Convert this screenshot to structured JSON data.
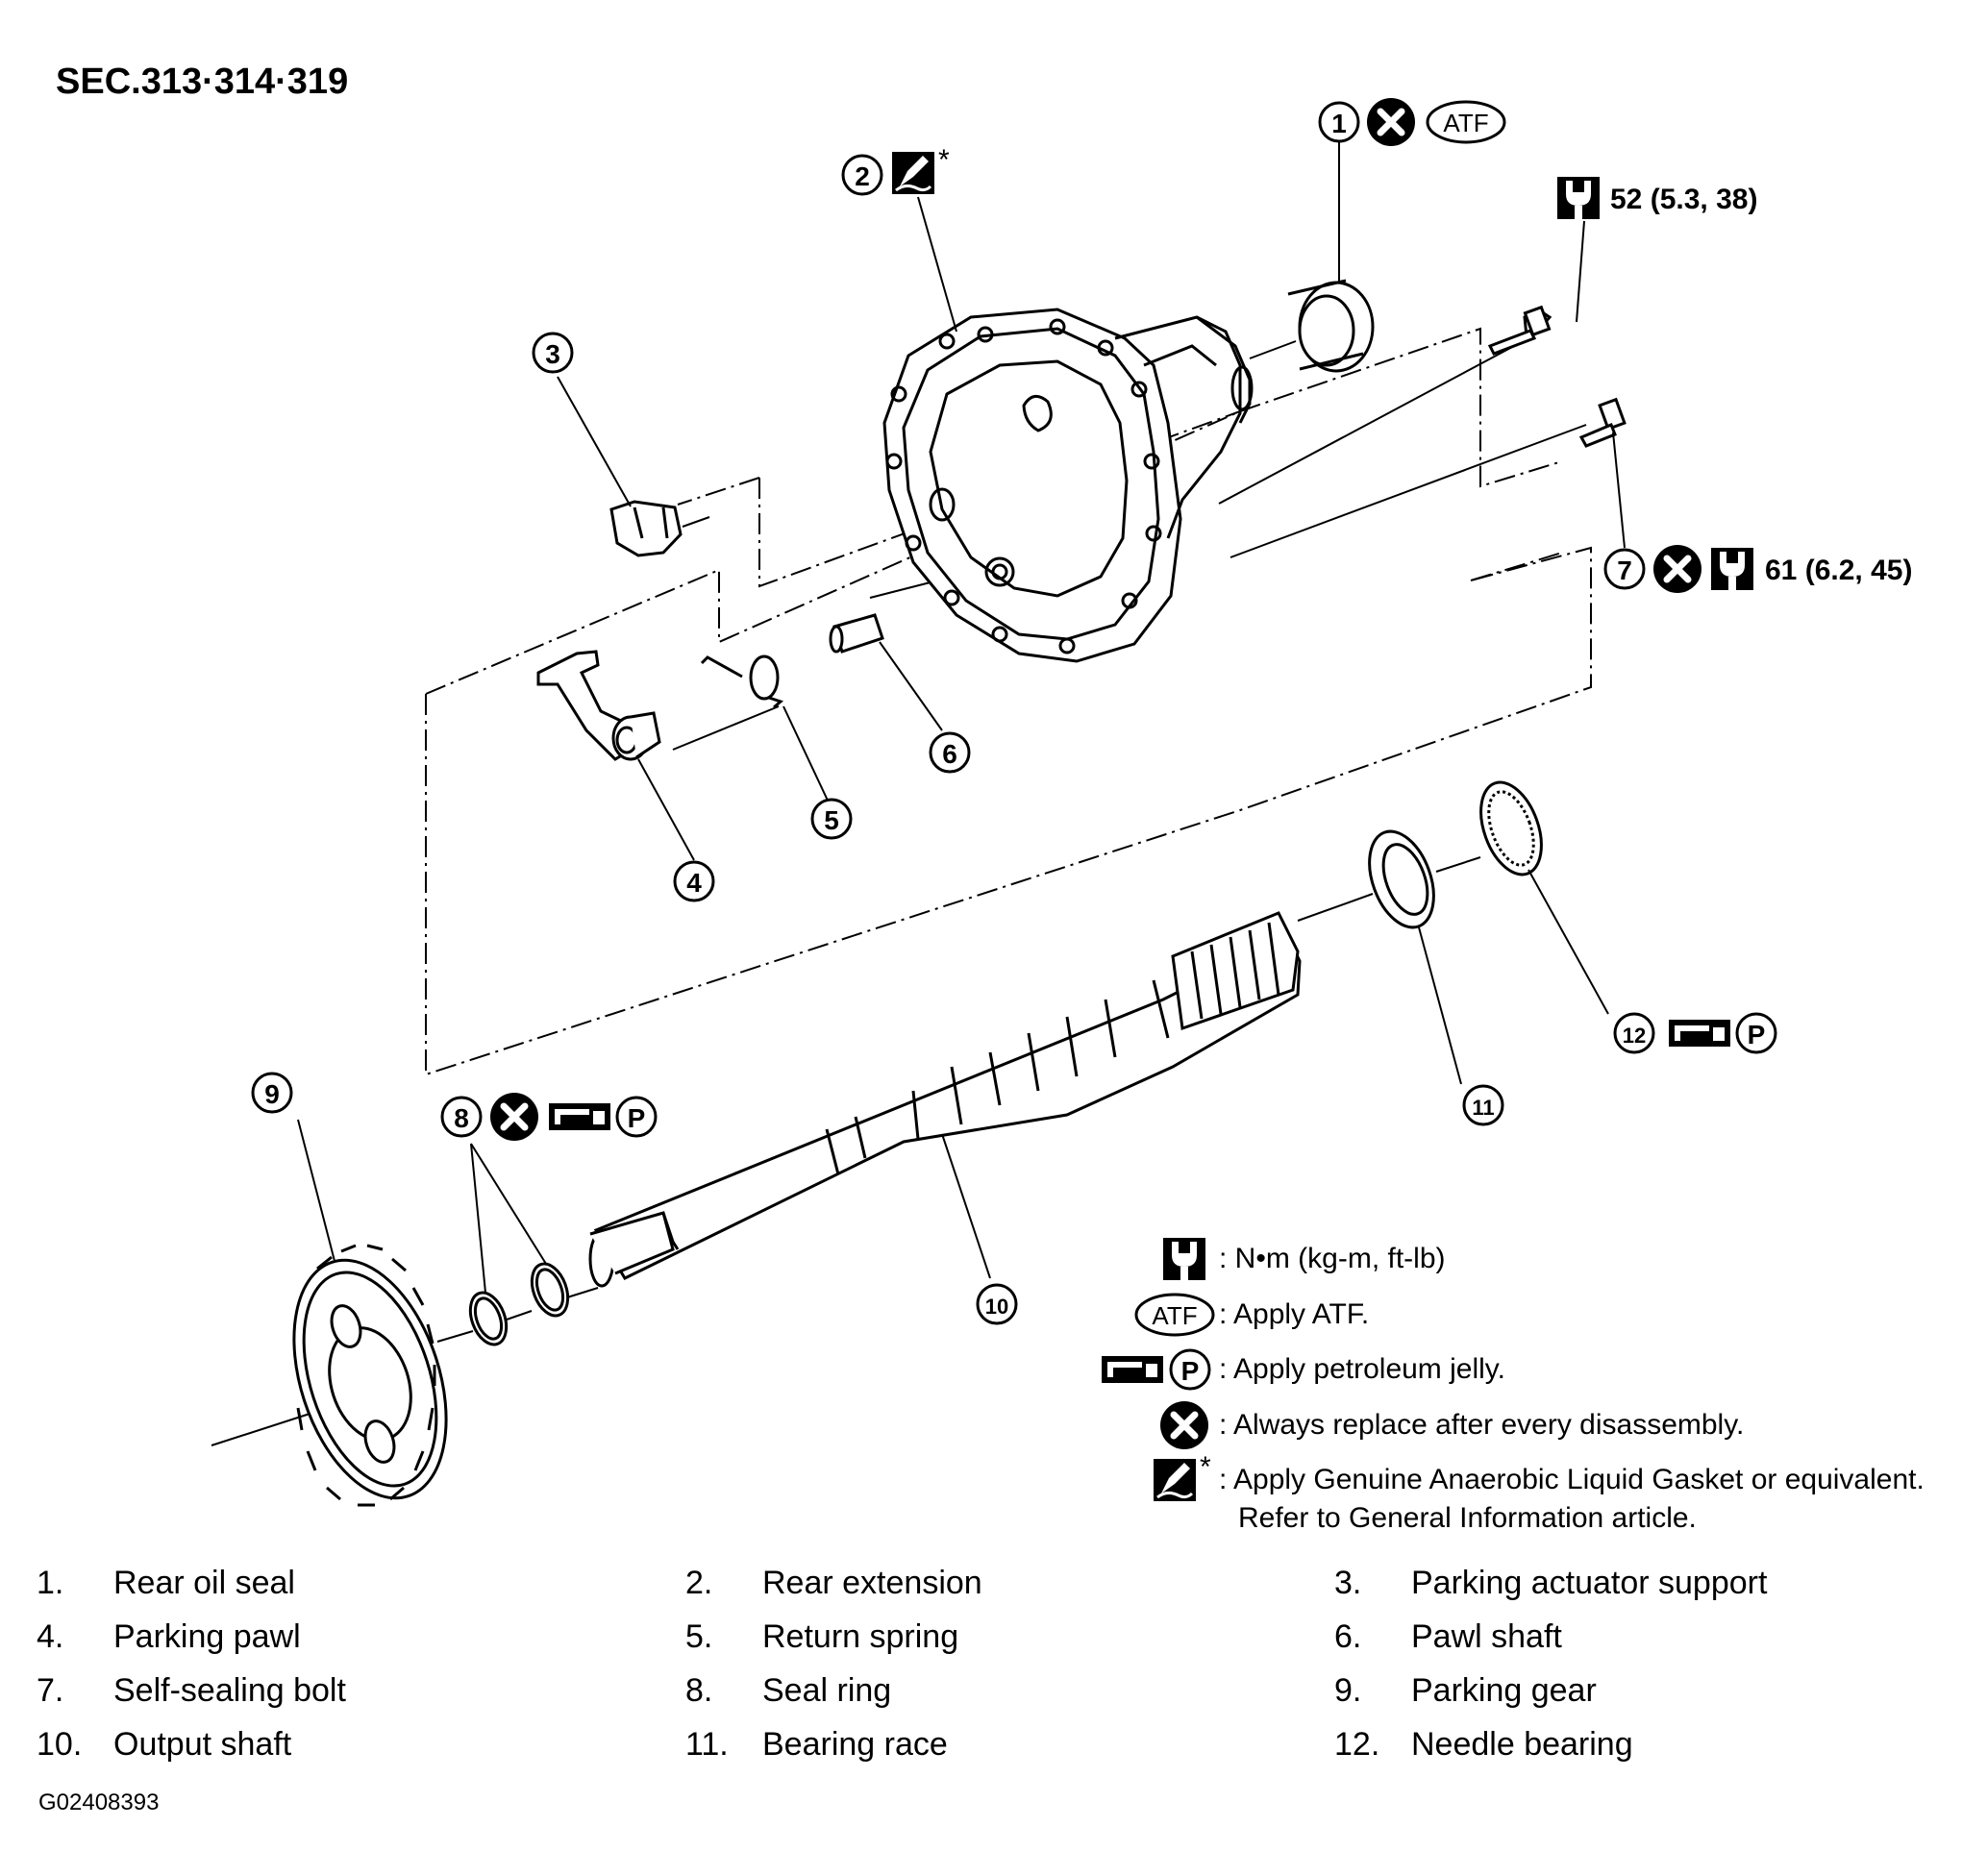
{
  "section_title": "SEC.313·314·319",
  "figure_id": "G02408393",
  "callouts": {
    "c1": "1",
    "c2": "2",
    "c3": "3",
    "c4": "4",
    "c5": "5",
    "c6": "6",
    "c7": "7",
    "c8": "8",
    "c9": "9",
    "c10": "10",
    "c11": "11",
    "c12": "12"
  },
  "torque": {
    "bolt_52": "52  (5.3, 38)",
    "bolt_61": "61  (6.2, 45)"
  },
  "symbols": {
    "atf": "ATF",
    "petroleum": "P",
    "asterisk": "*"
  },
  "legend": {
    "torque_units": ":  N•m   (kg-m,   ft-lb)",
    "atf": ": Apply ATF.",
    "petroleum": ": Apply petroleum jelly.",
    "replace": ": Always replace after every disassembly.",
    "gasket_line1": ": Apply Genuine Anaerobic Liquid Gasket or equivalent.",
    "gasket_line2": "Refer to General Information article."
  },
  "parts": [
    {
      "num": "1.",
      "name": "Rear oil seal"
    },
    {
      "num": "2.",
      "name": "Rear extension"
    },
    {
      "num": "3.",
      "name": "Parking actuator support"
    },
    {
      "num": "4.",
      "name": "Parking pawl"
    },
    {
      "num": "5.",
      "name": "Return spring"
    },
    {
      "num": "6.",
      "name": "Pawl shaft"
    },
    {
      "num": "7.",
      "name": "Self-sealing bolt"
    },
    {
      "num": "8.",
      "name": "Seal ring"
    },
    {
      "num": "9.",
      "name": "Parking gear"
    },
    {
      "num": "10.",
      "name": "Output shaft"
    },
    {
      "num": "11.",
      "name": "Bearing race"
    },
    {
      "num": "12.",
      "name": "Needle bearing"
    }
  ]
}
